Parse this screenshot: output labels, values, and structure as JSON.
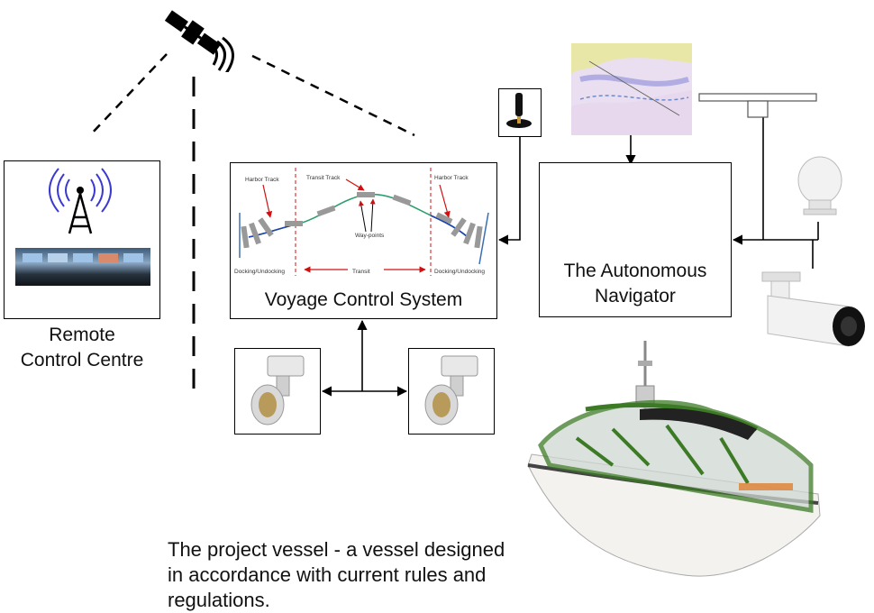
{
  "remote_centre": {
    "label_line1": "Remote",
    "label_line2": "Control Centre"
  },
  "voyage_control": {
    "title": "Voyage Control System",
    "harbor_track_left": "Harbor Track",
    "transit_track": "Transit Track",
    "harbor_track_right": "Harbor Track",
    "waypoints": "Way-points",
    "docking_left": "Docking/Undocking",
    "transit": "Transit",
    "docking_right": "Docking/Undocking"
  },
  "navigator": {
    "label_line1": "The Autonomous",
    "label_line2": "Navigator"
  },
  "caption": {
    "line1": "The project vessel - a vessel designed",
    "line2": "in accordance with current rules and",
    "line3": "regulations."
  }
}
